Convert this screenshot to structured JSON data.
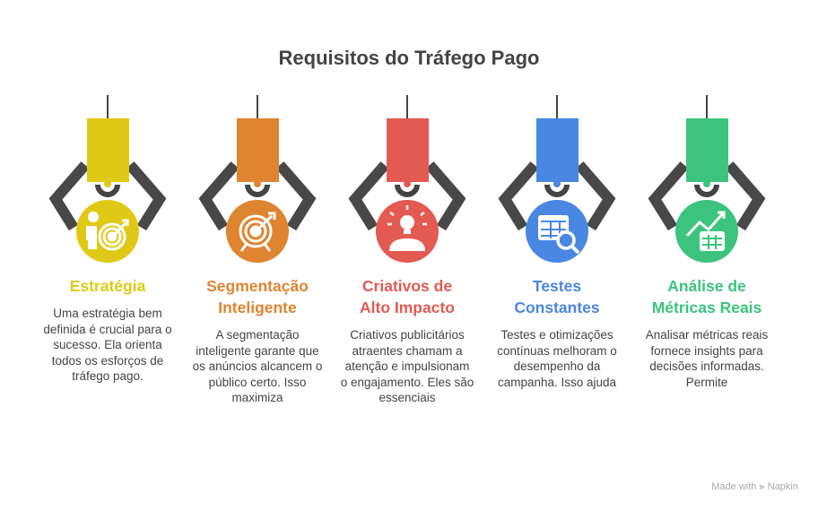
{
  "title": "Requisitos do Tráfego Pago",
  "items": [
    {
      "title": "Estratégia",
      "description": "Uma estratégia bem definida é crucial para o sucesso. Ela orienta todos os esforços de tráfego pago.",
      "color": "#E0C916",
      "icon": "person-target-icon"
    },
    {
      "title": "Segmentação Inteligente",
      "description": "A segmentação inteligente garante que os anúncios alcancem o público certo. Isso maximiza",
      "color": "#DF8430",
      "icon": "target-icon"
    },
    {
      "title": "Criativos de Alto Impacto",
      "description": "Criativos publicitários atraentes chamam a atenção e impulsionam o engajamento. Eles são essenciais",
      "color": "#E35A53",
      "icon": "lightbulb-person-icon"
    },
    {
      "title": "Testes Constantes",
      "description": "Testes e otimizações contínuas melhoram o desempenho da campanha. Isso ajuda",
      "color": "#4A87E3",
      "icon": "table-search-icon"
    },
    {
      "title": "Análise de Métricas Reais",
      "description": "Analisar métricas reais fornece insights para decisões informadas. Permite",
      "color": "#3CC47E",
      "icon": "chart-table-icon"
    }
  ],
  "footer": {
    "made_with": "Made with",
    "brand": "Napkin"
  }
}
